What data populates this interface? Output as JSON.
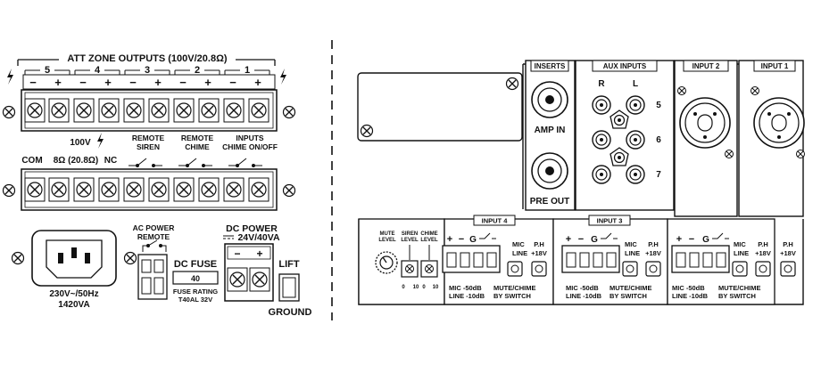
{
  "left_panel": {
    "att_zone_title": "ATT ZONE OUTPUTS (100V/20.8Ω)",
    "zone_numbers": [
      "5",
      "4",
      "3",
      "2",
      "1"
    ],
    "polarity_minus": "−",
    "polarity_plus": "+",
    "hv_label": "100V",
    "remote_siren": [
      "REMOTE",
      "SIREN"
    ],
    "remote_chime": [
      "REMOTE",
      "CHIME"
    ],
    "inputs_chime": [
      "INPUTS",
      "CHIME ON/OFF"
    ],
    "com_label": "COM",
    "ohm_label": "8Ω (20.8Ω)",
    "nc_label": "NC",
    "ac_power_remote": [
      "AC POWER",
      "REMOTE"
    ],
    "dc_power": [
      "DC  POWER",
      "24V/40VA"
    ],
    "dc_fuse": "DC FUSE",
    "fuse_value": "40",
    "fuse_rating": [
      "FUSE RATING",
      "T40AL  32V"
    ],
    "lift": "LIFT",
    "ground": "GROUND",
    "ac_inlet": [
      "230V~/50Hz",
      "1420VA"
    ]
  },
  "right_panel": {
    "inserts": "INSERTS",
    "amp_in": "AMP IN",
    "pre_out": "PRE OUT",
    "aux_inputs": "AUX INPUTS",
    "aux_r": "R",
    "aux_l": "L",
    "aux_numbers": [
      "5",
      "6",
      "7"
    ],
    "input_2": "INPUT 2",
    "input_1": "INPUT 1",
    "input_4": "INPUT 4",
    "input_3": "INPUT 3",
    "mute_level": [
      "MUTE",
      "LEVEL"
    ],
    "siren_level": [
      "SIREN",
      "LEVEL"
    ],
    "chime_level": [
      "CHIME",
      "LEVEL"
    ],
    "level_scale": [
      "0",
      "10",
      "0",
      "10"
    ],
    "terminal_plus": "+",
    "terminal_minus": "−",
    "terminal_g": "G",
    "mic": "MIC",
    "line": "LINE",
    "ph": "P.H",
    "ph_volt": "+18V",
    "mic_line_sens": [
      "MIC  -50dB",
      "LINE -10dB"
    ],
    "mute_chime": [
      "MUTE/CHIME",
      "BY SWITCH"
    ]
  }
}
